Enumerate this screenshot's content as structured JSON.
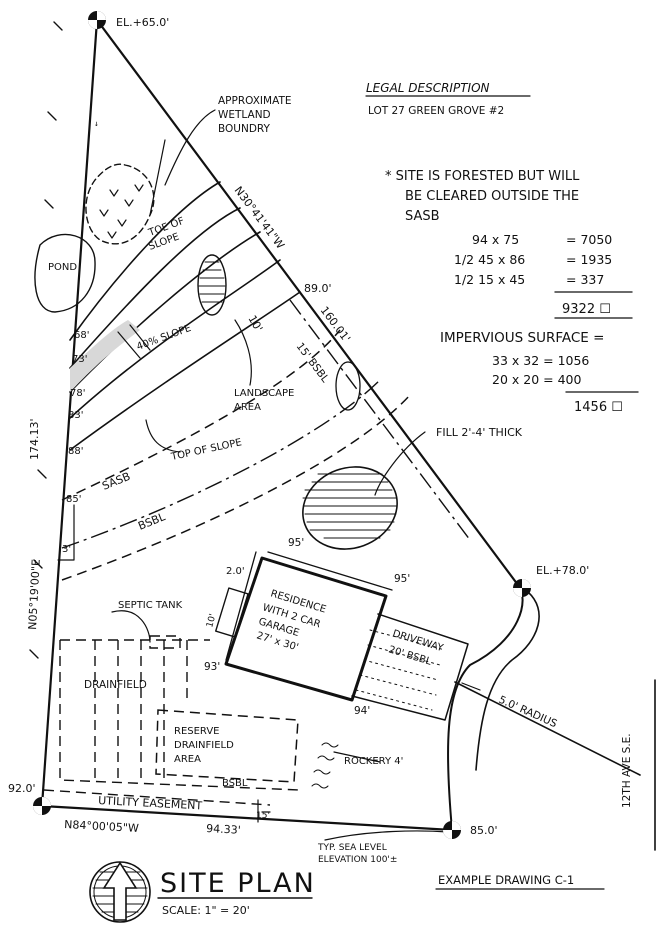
{
  "elevations": {
    "top": "EL.+65.0'",
    "right": "EL.+78.0'",
    "bottom_left": "92.0'",
    "bottom_right": "85.0'",
    "contour_end": "89.0'"
  },
  "legal": {
    "heading": "LEGAL DESCRIPTION",
    "lot": "LOT 27 GREEN GROVE #2"
  },
  "notes": {
    "forest_line1": "* SITE IS FORESTED BUT WILL",
    "forest_line2": "BE CLEARED OUTSIDE THE",
    "forest_line3": "SASB",
    "calc1_l": "94 x 75",
    "calc1_r": "= 7050",
    "calc2_l": "1/2 45 x 86",
    "calc2_r": "= 1935",
    "calc3_l": "1/2 15 x 45",
    "calc3_r": "= 337",
    "area_total": "9322 ☐",
    "impervious": "IMPERVIOUS SURFACE =",
    "imp1": "33 x 32 = 1056",
    "imp2": "20 x 20 = 400",
    "imp_total": "1456 ☐"
  },
  "labels": {
    "wetland": [
      "APPROXIMATE",
      "WETLAND",
      "BOUNDRY"
    ],
    "pond": "POND",
    "toe_slope": [
      "TOE OF",
      "SLOPE"
    ],
    "slope_40": "40% SLOPE",
    "bearing_right": "N30°41'41\"W",
    "dim_160": "160.01'",
    "dim_10": "10'",
    "dim_15": "15' BSBL",
    "landscape": [
      "LANDSCAPE",
      "AREA"
    ],
    "top_slope": "TOP OF SLOPE",
    "sasb": "SASB",
    "bsbl": "BSBL",
    "fill": "FILL 2'-4' THICK",
    "contours": [
      "68'",
      "73'",
      "78'",
      "83'",
      "88'",
      "85'"
    ],
    "left_174": "174.13'",
    "bearing_left": "N05°19'00\"E",
    "dim_3": "3'",
    "residence": [
      "RESIDENCE",
      "WITH 2 CAR",
      "GARAGE",
      "27' x 30'"
    ],
    "dim_95_top": "95'",
    "dim_95_right": "95'",
    "dim_93": "93'",
    "dim_94": "94'",
    "dim_2": "2.0'",
    "dim_10v": "10'",
    "septic": "SEPTIC TANK",
    "drainfield": "DRAINFIELD",
    "reserve": [
      "RESERVE",
      "DRAINFIELD",
      "AREA"
    ],
    "driveway": "DRIVEWAY",
    "bsbl_20": "20' BSBL",
    "radius": "5.0' RADIUS",
    "rockery": "ROCKERY 4'",
    "bsbl_bottom": "BSBL",
    "utility": "UTILITY EASEMENT",
    "dim_15b": "15'",
    "bearing_bottom": "N84°00'05\"W",
    "dim_9433": "94.33'",
    "avenue": "12TH AVE S.E.",
    "sea_level": [
      "TYP. SEA LEVEL",
      "ELEVATION 100'±"
    ]
  },
  "title": {
    "main": "SITE PLAN",
    "scale": "SCALE: 1\" = 20'",
    "example": "EXAMPLE DRAWING C-1"
  },
  "icons": {
    "north_arrow": "north-arrow-icon",
    "benchmark": "benchmark-icon"
  }
}
